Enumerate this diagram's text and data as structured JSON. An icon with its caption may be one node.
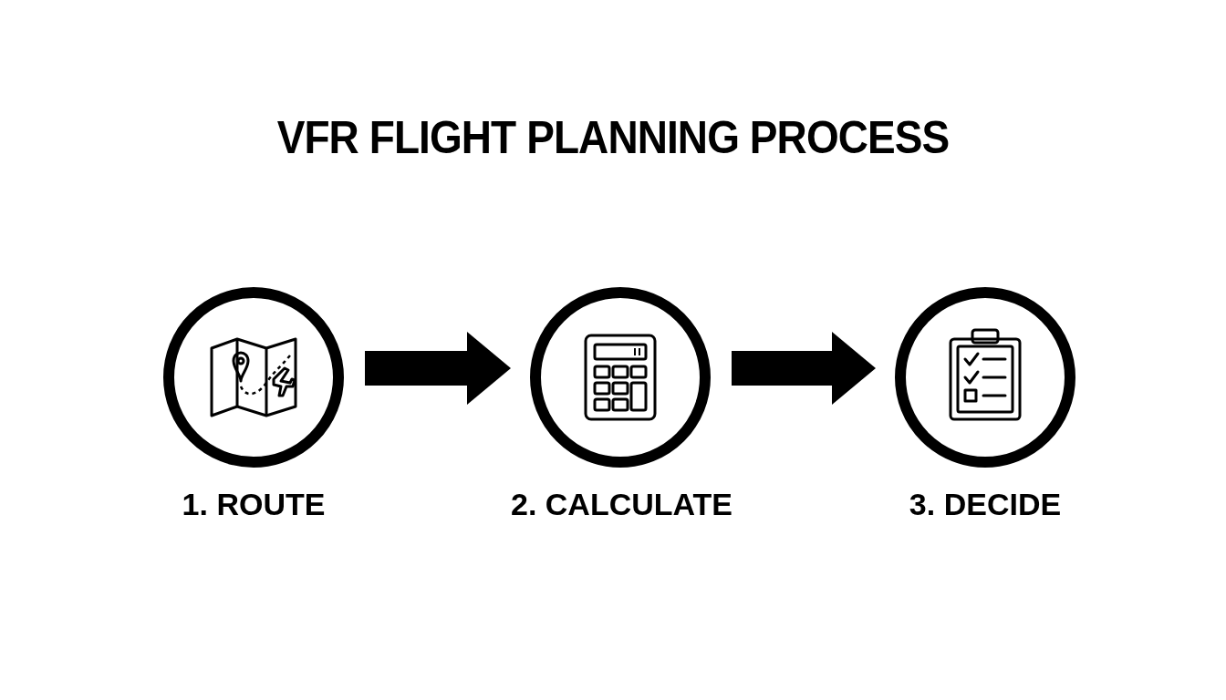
{
  "diagram": {
    "title": "VFR FLIGHT PLANNING PROCESS",
    "nodes": [
      {
        "text": [
          "1. ROUTE"
        ]
      },
      {
        "text": [
          "2. CALCULATE"
        ]
      },
      {
        "text": [
          "3. DECIDE"
        ]
      }
    ],
    "edges": [
      {
        "from": 0,
        "to": 1,
        "arrow": "to"
      },
      {
        "from": 1,
        "to": 2,
        "arrow": "to"
      }
    ]
  }
}
